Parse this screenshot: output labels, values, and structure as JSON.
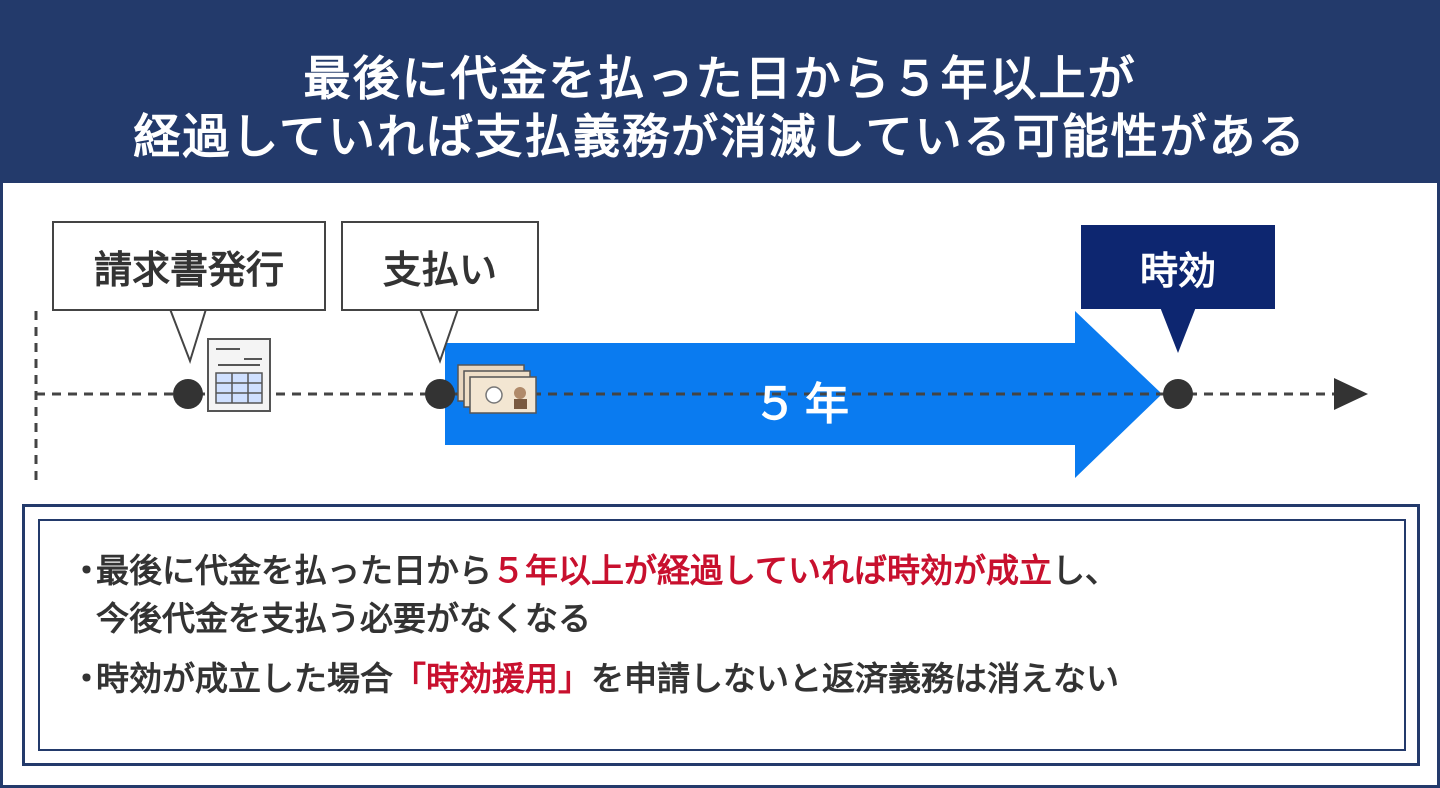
{
  "header": {
    "title_line1": "最後に代金を払った日から５年以上が",
    "title_line2": "経過していれば支払義務が消滅している可能性がある"
  },
  "timeline": {
    "invoice_label": "請求書発行",
    "payment_label": "支払い",
    "limitation_label": "時効",
    "period_label": "５年"
  },
  "notes": {
    "bullet_mark": "・",
    "item1": {
      "prefix": "最後に代金を払った日から",
      "highlight": "５年以上が経過していれば時効が成立",
      "suffix": "し、",
      "line2": "今後代金を支払う必要がなくなる"
    },
    "item2": {
      "prefix": "時効が成立した場合",
      "highlight": "「時効援用」",
      "suffix": "を申請しないと返済義務は消えない"
    }
  },
  "colors": {
    "header_bg": "#233a6b",
    "arrow_blue": "#0a7bf0",
    "dark_navy": "#0d2670",
    "highlight_red": "#c8102e"
  }
}
